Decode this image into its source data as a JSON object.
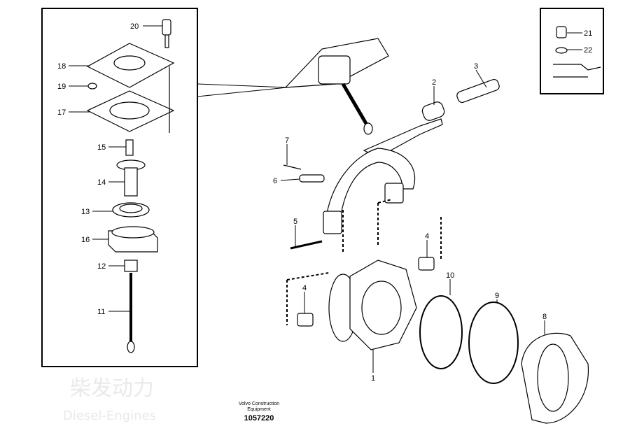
{
  "watermark": {
    "cn": "柴发动力",
    "en": "Diesel-Engines"
  },
  "callouts": {
    "c20": "20",
    "c18": "18",
    "c19": "19",
    "c17": "17",
    "c15": "15",
    "c14": "14",
    "c13": "13",
    "c16": "16",
    "c12": "12",
    "c11": "11",
    "c21": "21",
    "c22": "22",
    "c3": "3",
    "c2": "2",
    "c7": "7",
    "c6": "6",
    "c5": "5",
    "c4a": "4",
    "c4b": "4",
    "c10": "10",
    "c9": "9",
    "c8": "8",
    "c1": "1"
  },
  "footer": {
    "company": "Volvo Construction Equipment",
    "drawing_number": "1057220"
  }
}
